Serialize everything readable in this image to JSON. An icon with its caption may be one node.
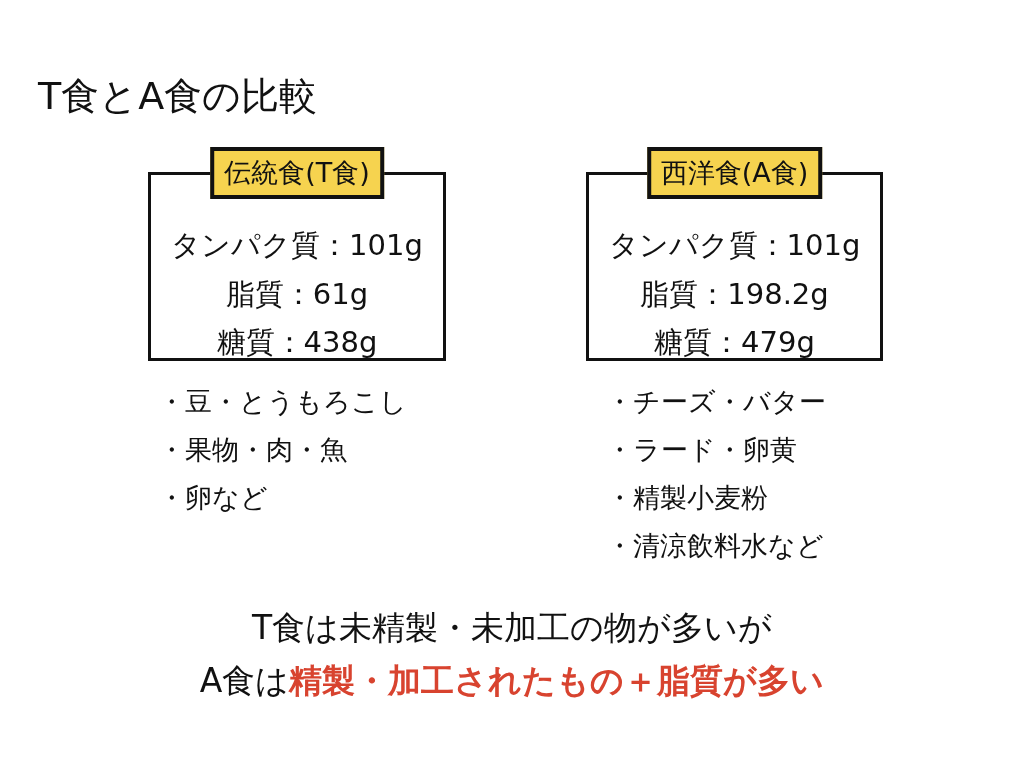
{
  "diagram": {
    "title": "T食とA食の比較",
    "nodes": [
      {
        "text": [
          "伝統食(T食)",
          "タンパク質：101g",
          "脂質：61g",
          "糖質：438g"
        ],
        "beside": [
          "・豆・とうもろこし",
          "・果物・肉・魚",
          "・卵など"
        ]
      },
      {
        "text": [
          "西洋食(A食)",
          "タンパク質：101g",
          "脂質：198.2g",
          "糖質：479g"
        ],
        "beside": [
          "・チーズ・バター",
          "・ラード・卵黄",
          "・精製小麦粉",
          "・清涼飲料水など"
        ]
      }
    ],
    "labels": [
      "T食は未精製・未加工の物が多いが",
      "A食は**精製・加工されたもの＋脂質が多い**"
    ]
  }
}
